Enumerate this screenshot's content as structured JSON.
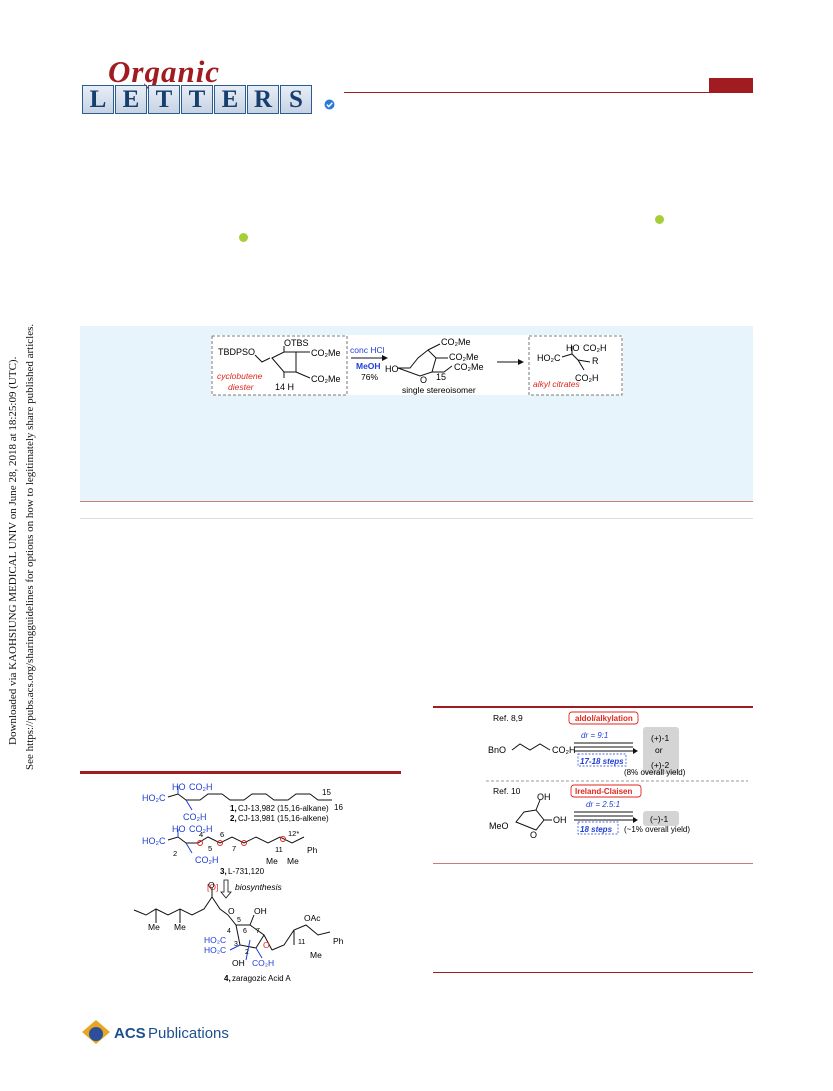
{
  "journal_logo": {
    "word_top": "Organic",
    "word_main": "LETTERS",
    "letters": [
      "L",
      "E",
      "T",
      "T",
      "E",
      "R",
      "S"
    ]
  },
  "side_note": {
    "line1": "Downloaded via KAOHSIUNG MEDICAL UNIV on June 28, 2018 at 18:25:09 (UTC).",
    "line2": "See https://pubs.acs.org/sharingguidelines for options on how to legitimately share published articles."
  },
  "toc_graphic": {
    "start": {
      "group_left": "TBDPSO",
      "group_top": "OTBS",
      "ester1": "CO₂Me",
      "ester2": "CO₂Me",
      "hydrogen_label": "14 H",
      "caption_line1": "cyclobutene",
      "caption_line2": "diester"
    },
    "conditions": {
      "reagent": "conc HCl",
      "solvent": "MeOH",
      "yield": "76%"
    },
    "product": {
      "ester_top": "CO₂Me",
      "ester_mid": "CO₂Me",
      "ester_bottom": "CO₂Me",
      "hydroxyl": "HO",
      "ring_o": "O",
      "position": "15",
      "caption": "single stereoisomer"
    },
    "target": {
      "ho": "HO",
      "acid_top": "CO₂H",
      "acid_left": "HO₂C",
      "r_group": "R",
      "acid_bottom": "CO₂H",
      "caption": "alkyl citrates"
    }
  },
  "figure1": {
    "structures": [
      {
        "ho": "HO",
        "acid_top": "CO₂H",
        "acid_left": "HO₂C",
        "acid_bottom": "CO₂H",
        "num15": "15",
        "num16": "16",
        "label1_num": "1,",
        "label1_text": "CJ-13,982 (15,16-alkane)",
        "label2_num": "2,",
        "label2_text": "CJ-13,981 (15,16-alkene)"
      },
      {
        "ho": "HO",
        "acid_top": "CO₂H",
        "acid_left": "HO₂C",
        "acid_bottom": "CO₂H",
        "n2": "2",
        "n4": "4",
        "n5": "5",
        "n6": "6",
        "n7": "7",
        "n11": "11",
        "n12": "12*",
        "me1": "Me",
        "me2": "Me",
        "ph": "Ph",
        "label_num": "3,",
        "label_text": "L-731,120"
      }
    ],
    "arrow_oxid": "[O]",
    "arrow_text": "biosynthesis",
    "zaragozic": {
      "me1": "Me",
      "me2": "Me",
      "o_carbonyl": "O",
      "o_ester": "O",
      "oh_top": "OH",
      "n5": "5",
      "n4": "4",
      "n6": "6",
      "n7": "7",
      "n3": "3",
      "n2": "2",
      "acid1": "HO₂C",
      "acid2": "HO₂C",
      "acid3": "CO₂H",
      "oh_bottom": "OH",
      "ring_o": "O",
      "oac": "OAc",
      "n11": "11",
      "me3": "Me",
      "ph": "Ph",
      "label_num": "4,",
      "label_text": "zaragozic Acid A"
    }
  },
  "scheme1": {
    "route1": {
      "ref": "Ref. 8,9",
      "method": "aldol/alkylation",
      "dr": "dr = 9:1",
      "steps": "17-18 steps",
      "sm_left": "BnO",
      "sm_right": "CO₂H",
      "prod1": "(+)-1",
      "prod_or": "or",
      "prod2": "(+)-2",
      "yield": "(8% overall yield)"
    },
    "route2": {
      "ref": "Ref. 10",
      "method": "Ireland-Claisen",
      "dr": "dr = 2.5:1",
      "steps": "18 steps",
      "sm_meo": "MeO",
      "sm_oh1": "OH",
      "sm_oh2": "OH",
      "sm_o": "O",
      "prod": "(−)-1",
      "yield": "(~1% overall yield)"
    }
  },
  "publisher": {
    "name_bold": "ACS",
    "name_rest": "Publications"
  },
  "colors": {
    "brand_red": "#a01c20",
    "abstract_bg": "#e8f4fb",
    "acid_blue": "#1f3fd6",
    "highlight_red": "#e0261e",
    "orcid_green": "#a6ce39"
  }
}
